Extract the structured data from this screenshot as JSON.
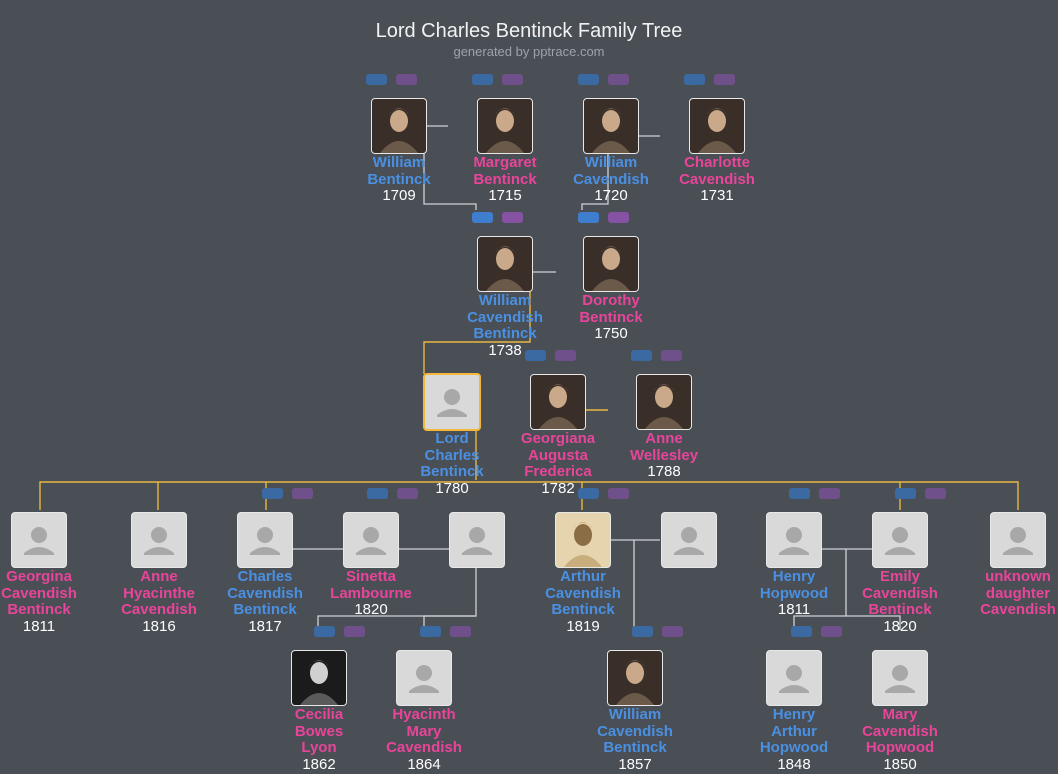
{
  "title": "Lord Charles Bentinck Family Tree",
  "subtitle": "generated by pptrace.com",
  "people": [
    {
      "id": "p1",
      "name": "William Bentinck",
      "lines": [
        "William",
        "Bentinck"
      ],
      "year": "1709",
      "gender": "male",
      "photo": "portrait"
    },
    {
      "id": "p2",
      "name": "Margaret Bentinck",
      "lines": [
        "Margaret",
        "Bentinck"
      ],
      "year": "1715",
      "gender": "female",
      "photo": "portrait"
    },
    {
      "id": "p3",
      "name": "William Cavendish",
      "lines": [
        "William",
        "Cavendish"
      ],
      "year": "1720",
      "gender": "male",
      "photo": "portrait"
    },
    {
      "id": "p4",
      "name": "Charlotte Cavendish",
      "lines": [
        "Charlotte",
        "Cavendish"
      ],
      "year": "1731",
      "gender": "female",
      "photo": "portrait"
    },
    {
      "id": "p5",
      "name": "William Cavendish Bentinck",
      "lines": [
        "William",
        "Cavendish",
        "Bentinck"
      ],
      "year": "1738",
      "gender": "male",
      "photo": "portrait"
    },
    {
      "id": "p6",
      "name": "Dorothy Bentinck",
      "lines": [
        "Dorothy",
        "Bentinck"
      ],
      "year": "1750",
      "gender": "female",
      "photo": "portrait"
    },
    {
      "id": "p7",
      "name": "Lord Charles Bentinck",
      "lines": [
        "Lord",
        "Charles",
        "Bentinck"
      ],
      "year": "1780",
      "gender": "male",
      "photo": "placeholder",
      "selected": true
    },
    {
      "id": "p8",
      "name": "Georgiana Augusta Frederica",
      "lines": [
        "Georgiana",
        "Augusta",
        "Frederica"
      ],
      "year": "1782",
      "gender": "female",
      "photo": "portrait"
    },
    {
      "id": "p9",
      "name": "Anne Wellesley",
      "lines": [
        "Anne",
        "Wellesley"
      ],
      "year": "1788",
      "gender": "female",
      "photo": "portrait"
    },
    {
      "id": "p10",
      "name": "Georgina Cavendish Bentinck",
      "lines": [
        "Georgina",
        "Cavendish",
        "Bentinck"
      ],
      "year": "1811",
      "gender": "female",
      "photo": "placeholder"
    },
    {
      "id": "p11",
      "name": "Anne Hyacinthe Cavendish",
      "lines": [
        "Anne",
        "Hyacinthe",
        "Cavendish"
      ],
      "year": "1816",
      "gender": "female",
      "photo": "placeholder"
    },
    {
      "id": "p12",
      "name": "Charles Cavendish Bentinck",
      "lines": [
        "Charles",
        "Cavendish",
        "Bentinck"
      ],
      "year": "1817",
      "gender": "male",
      "photo": "placeholder"
    },
    {
      "id": "p13",
      "name": "Sinetta Lambourne",
      "lines": [
        "Sinetta",
        "Lambourne"
      ],
      "year": "1820",
      "gender": "female",
      "photo": "placeholder"
    },
    {
      "id": "p14",
      "name": "",
      "lines": [],
      "year": "",
      "gender": "male",
      "photo": "placeholder"
    },
    {
      "id": "p15",
      "name": "Arthur Cavendish Bentinck",
      "lines": [
        "Arthur",
        "Cavendish",
        "Bentinck"
      ],
      "year": "1819",
      "gender": "male",
      "photo": "sepia"
    },
    {
      "id": "p16",
      "name": "",
      "lines": [],
      "year": "",
      "gender": "male",
      "photo": "placeholder"
    },
    {
      "id": "p17",
      "name": "Henry Hopwood",
      "lines": [
        "Henry",
        "Hopwood"
      ],
      "year": "1811",
      "gender": "male",
      "photo": "placeholder"
    },
    {
      "id": "p18",
      "name": "Emily Cavendish Bentinck",
      "lines": [
        "Emily",
        "Cavendish",
        "Bentinck"
      ],
      "year": "1820",
      "gender": "female",
      "photo": "placeholder"
    },
    {
      "id": "p19",
      "name": "unknown daughter Cavendish",
      "lines": [
        "unknown",
        "daughter",
        "Cavendish"
      ],
      "year": "",
      "gender": "female",
      "photo": "placeholder"
    },
    {
      "id": "p20",
      "name": "Cecilia Bowes Lyon",
      "lines": [
        "Cecilia",
        "Bowes",
        "Lyon"
      ],
      "year": "1862",
      "gender": "female",
      "photo": "bw"
    },
    {
      "id": "p21",
      "name": "Hyacinth Mary Cavendish",
      "lines": [
        "Hyacinth",
        "Mary",
        "Cavendish"
      ],
      "year": "1864",
      "gender": "female",
      "photo": "placeholder"
    },
    {
      "id": "p22",
      "name": "William Cavendish Bentinck",
      "lines": [
        "William",
        "Cavendish",
        "Bentinck"
      ],
      "year": "1857",
      "gender": "male",
      "photo": "portrait"
    },
    {
      "id": "p23",
      "name": "Henry Arthur Hopwood",
      "lines": [
        "Henry",
        "Arthur",
        "Hopwood"
      ],
      "year": "1848",
      "gender": "male",
      "photo": "placeholder"
    },
    {
      "id": "p24",
      "name": "Mary Cavendish Hopwood",
      "lines": [
        "Mary",
        "Cavendish",
        "Hopwood"
      ],
      "year": "1850",
      "gender": "female",
      "photo": "placeholder"
    }
  ],
  "colors": {
    "male": "#4a90e2",
    "female": "#e8459a",
    "background": "#4a4e55",
    "highlight": "#f3b73c",
    "connector": "#cfd2d6"
  }
}
